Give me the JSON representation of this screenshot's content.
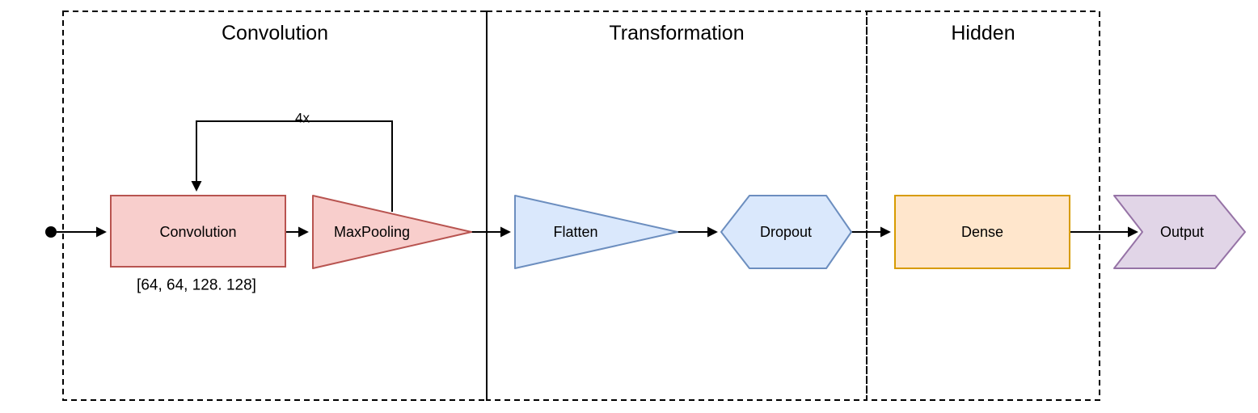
{
  "diagram": {
    "sections": [
      {
        "label": "Convolution"
      },
      {
        "label": "Transformation"
      },
      {
        "label": "Hidden"
      }
    ],
    "nodes": {
      "convolution": {
        "label": "Convolution",
        "params": "[64, 64, 128. 128]"
      },
      "maxpooling": {
        "label": "MaxPooling"
      },
      "flatten": {
        "label": "Flatten"
      },
      "dropout": {
        "label": "Dropout"
      },
      "dense": {
        "label": "Dense"
      },
      "output": {
        "label": "Output"
      }
    },
    "loop": {
      "label": "4x"
    },
    "colors": {
      "convolution_fill": "#f8cecc",
      "convolution_stroke": "#b85450",
      "transformation_fill": "#dae8fc",
      "transformation_stroke": "#6c8ebf",
      "dense_fill": "#ffe6cc",
      "dense_stroke": "#d79b00",
      "output_fill": "#e1d5e7",
      "output_stroke": "#9673a6",
      "edge": "#000000",
      "container_border": "#000000",
      "background": "#ffffff"
    }
  }
}
